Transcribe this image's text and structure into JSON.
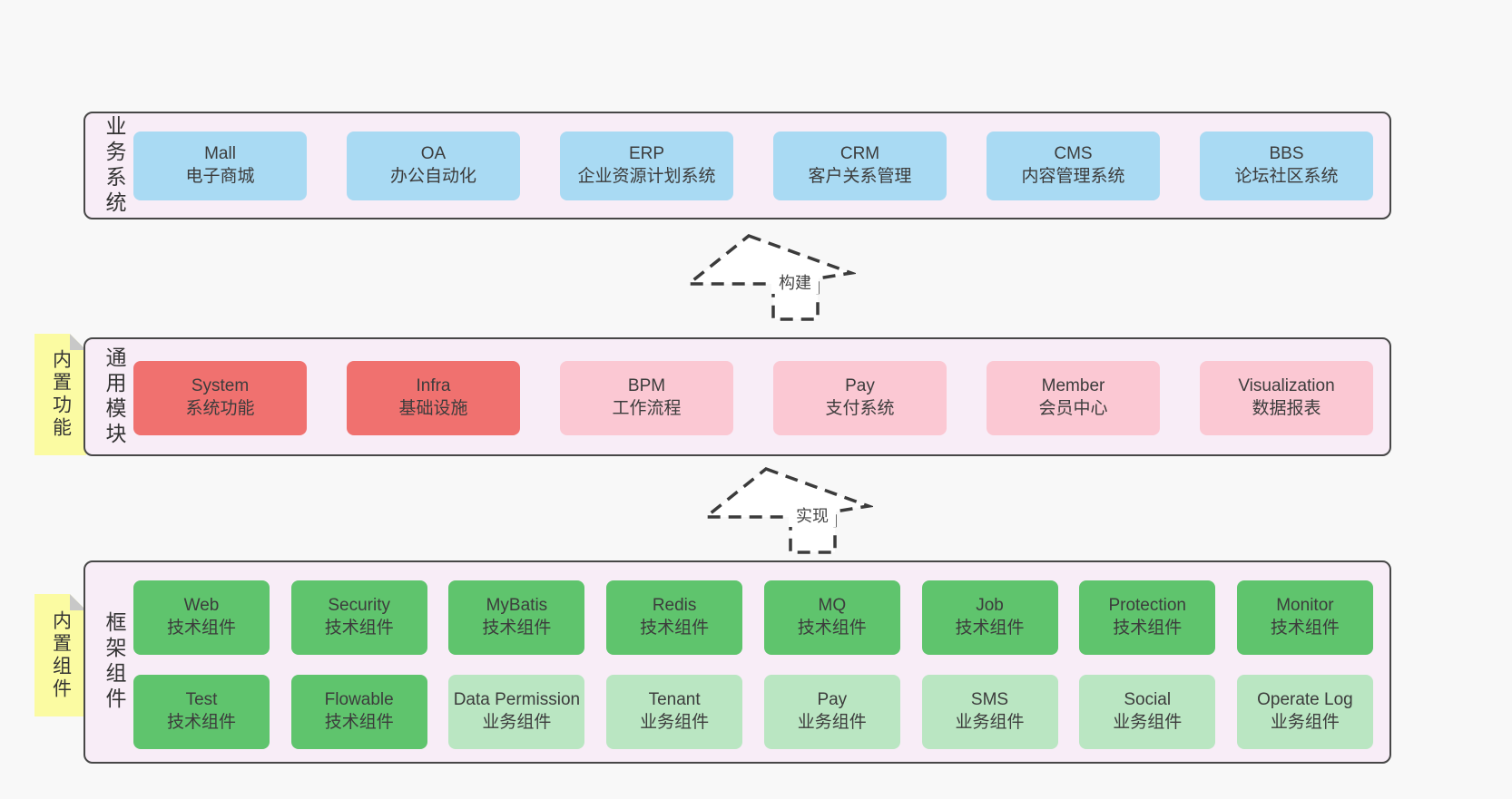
{
  "colors": {
    "page_bg": "#f8f8f8",
    "panel_bg": "#f8edf7",
    "panel_border": "#474747",
    "business_box": "#a9daf3",
    "core_module_box": "#f0716f",
    "optional_module_box": "#fbc8d3",
    "tech_component_box": "#5fc46d",
    "biz_component_box": "#bae6c2",
    "sticky_note": "#fbfba2",
    "note_fold": "#c8c8c8",
    "arrow_stroke": "#3b3b3b"
  },
  "arrows": {
    "build": {
      "label": "构建"
    },
    "implement": {
      "label": "实现"
    }
  },
  "panels": {
    "business": {
      "label": "业务系统",
      "boxes": [
        {
          "name": "Mall",
          "desc": "电子商城",
          "variant": "blue"
        },
        {
          "name": "OA",
          "desc": "办公自动化",
          "variant": "blue"
        },
        {
          "name": "ERP",
          "desc": "企业资源计划系统",
          "variant": "blue"
        },
        {
          "name": "CRM",
          "desc": "客户关系管理",
          "variant": "blue"
        },
        {
          "name": "CMS",
          "desc": "内容管理系统",
          "variant": "blue"
        },
        {
          "name": "BBS",
          "desc": "论坛社区系统",
          "variant": "blue"
        }
      ]
    },
    "modules": {
      "label": "通用模块",
      "note": "内置功能",
      "boxes": [
        {
          "name": "System",
          "desc": "系统功能",
          "variant": "red"
        },
        {
          "name": "Infra",
          "desc": "基础设施",
          "variant": "red"
        },
        {
          "name": "BPM",
          "desc": "工作流程",
          "variant": "pink"
        },
        {
          "name": "Pay",
          "desc": "支付系统",
          "variant": "pink"
        },
        {
          "name": "Member",
          "desc": "会员中心",
          "variant": "pink"
        },
        {
          "name": "Visualization",
          "desc": "数据报表",
          "variant": "pink"
        }
      ]
    },
    "components": {
      "label": "框架组件",
      "note": "内置组件",
      "row1": [
        {
          "name": "Web",
          "desc": "技术组件",
          "variant": "green"
        },
        {
          "name": "Security",
          "desc": "技术组件",
          "variant": "green"
        },
        {
          "name": "MyBatis",
          "desc": "技术组件",
          "variant": "green"
        },
        {
          "name": "Redis",
          "desc": "技术组件",
          "variant": "green"
        },
        {
          "name": "MQ",
          "desc": "技术组件",
          "variant": "green"
        },
        {
          "name": "Job",
          "desc": "技术组件",
          "variant": "green"
        },
        {
          "name": "Protection",
          "desc": "技术组件",
          "variant": "green"
        },
        {
          "name": "Monitor",
          "desc": "技术组件",
          "variant": "green"
        }
      ],
      "row2": [
        {
          "name": "Test",
          "desc": "技术组件",
          "variant": "green"
        },
        {
          "name": "Flowable",
          "desc": "技术组件",
          "variant": "green"
        },
        {
          "name": "Data Permission",
          "desc": "业务组件",
          "variant": "lightgreen"
        },
        {
          "name": "Tenant",
          "desc": "业务组件",
          "variant": "lightgreen"
        },
        {
          "name": "Pay",
          "desc": "业务组件",
          "variant": "lightgreen"
        },
        {
          "name": "SMS",
          "desc": "业务组件",
          "variant": "lightgreen"
        },
        {
          "name": "Social",
          "desc": "业务组件",
          "variant": "lightgreen"
        },
        {
          "name": "Operate Log",
          "desc": "业务组件",
          "variant": "lightgreen"
        }
      ]
    }
  }
}
